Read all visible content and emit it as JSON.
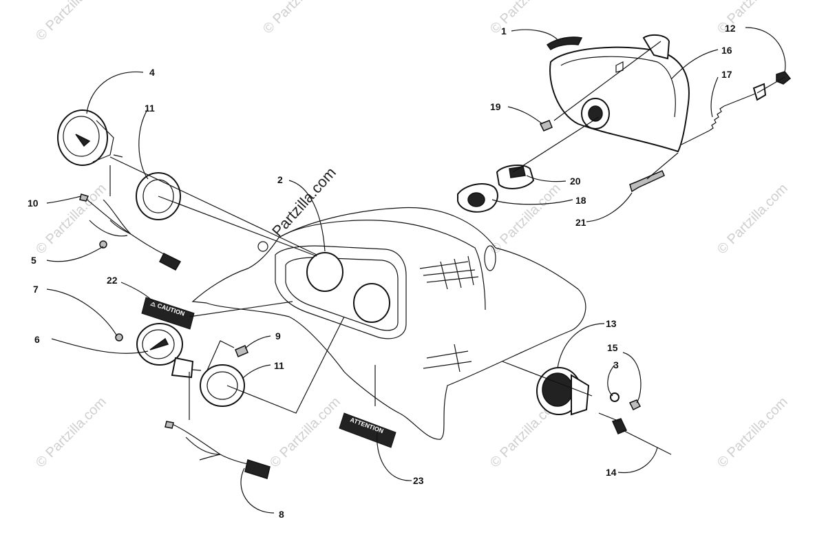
{
  "watermark": {
    "main": "Partzilla.com",
    "repeat": "© Partzilla.com"
  },
  "callouts": {
    "c1": "1",
    "c2": "2",
    "c3": "3",
    "c4": "4",
    "c5": "5",
    "c6": "6",
    "c7": "7",
    "c8": "8",
    "c9": "9",
    "c10": "10",
    "c11a": "11",
    "c11b": "11",
    "c12": "12",
    "c13": "13",
    "c14": "14",
    "c15": "15",
    "c16": "16",
    "c17": "17",
    "c18": "18",
    "c19": "19",
    "c20": "20",
    "c21": "21",
    "c22": "22",
    "c23": "23"
  },
  "decals": {
    "caution": "⚠ CAUTION",
    "attention": "ATTENTION"
  }
}
